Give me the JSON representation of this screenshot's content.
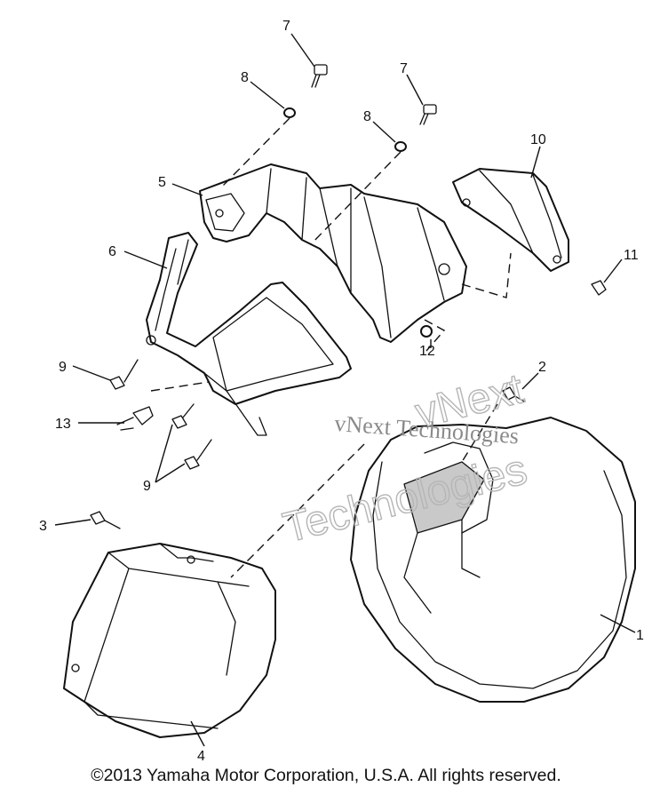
{
  "callouts": [
    "7",
    "8",
    "7",
    "8",
    "10",
    "5",
    "6",
    "11",
    "9",
    "12",
    "2",
    "13",
    "9",
    "3",
    "1",
    "4"
  ],
  "watermark": {
    "main": "vNext Technologies",
    "outline_top": "vNext",
    "outline_bottom": "Technologies"
  },
  "copyright": "©2013 Yamaha Motor Corporation, U.S.A. All rights reserved."
}
